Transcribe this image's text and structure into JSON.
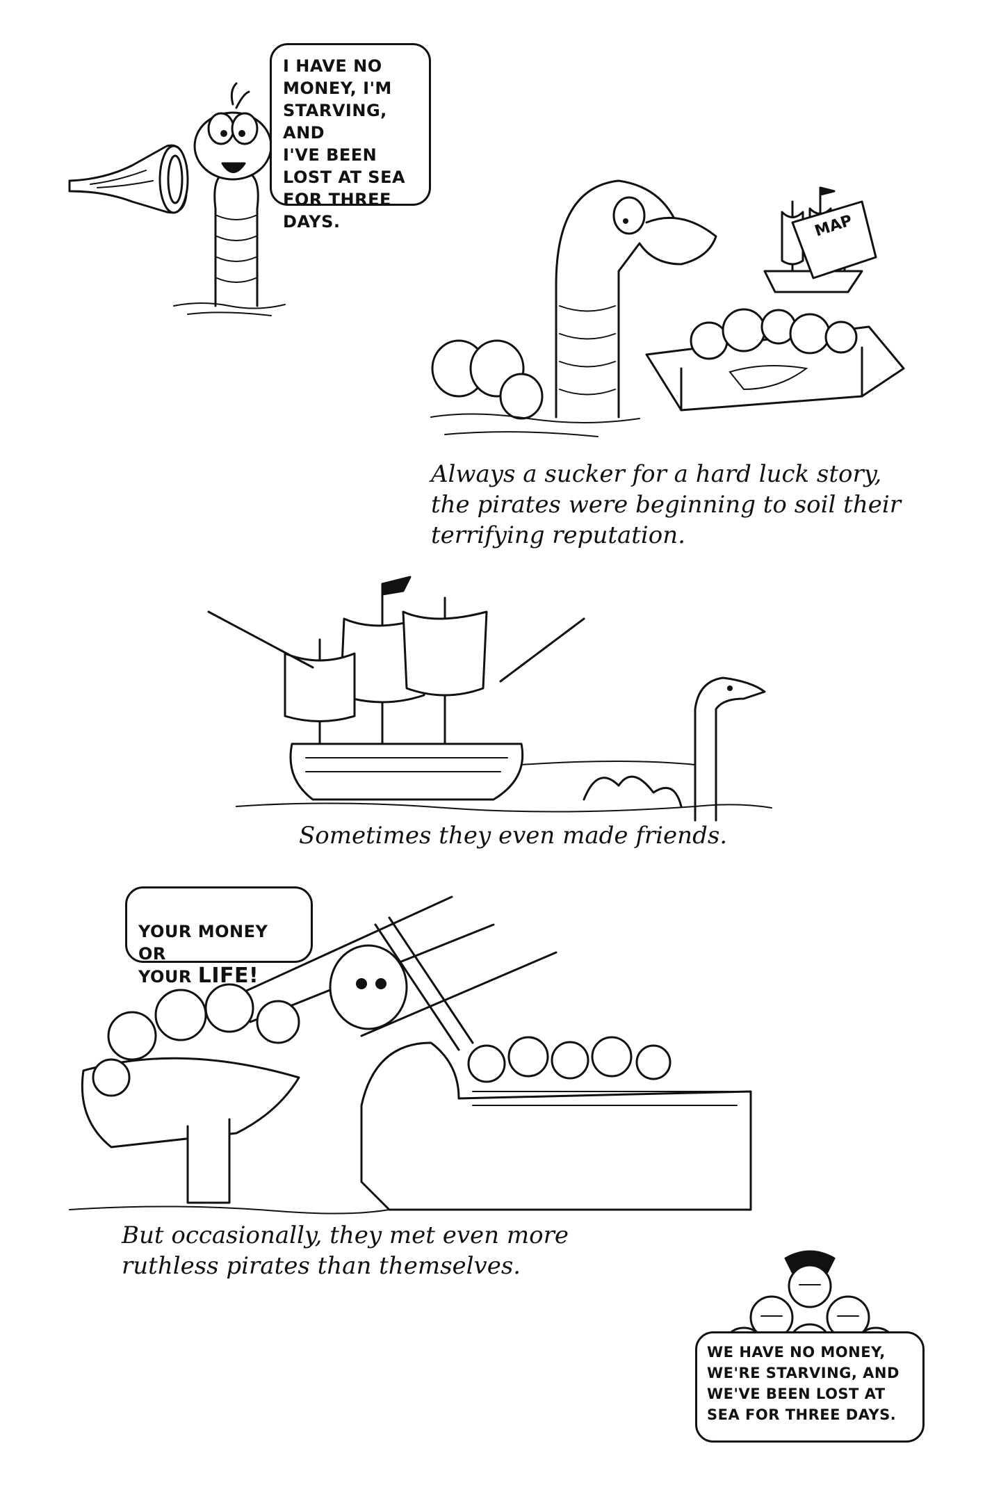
{
  "panel1": {
    "bubble_text": "I HAVE NO\nMONEY, I'M\nSTARVING, AND\nI'VE BEEN\nLOST AT SEA\nFOR THREE\nDAYS."
  },
  "panel2": {
    "map_label": "MAP",
    "caption": "Always a sucker for a hard luck story,\nthe pirates were beginning to soil their\nterrifying reputation."
  },
  "panel3": {
    "caption": "Sometimes they even made friends."
  },
  "panel4": {
    "bubble_text_part1": "YOUR MONEY OR\nYOUR ",
    "bubble_text_emphasis": "LIFE!",
    "caption": "But occasionally, they met even more\nruthless pirates than themselves."
  },
  "panel5": {
    "bubble_text": "WE HAVE NO MONEY,\nWE'RE STARVING, AND\nWE'VE BEEN LOST AT\nSEA FOR THREE DAYS."
  }
}
